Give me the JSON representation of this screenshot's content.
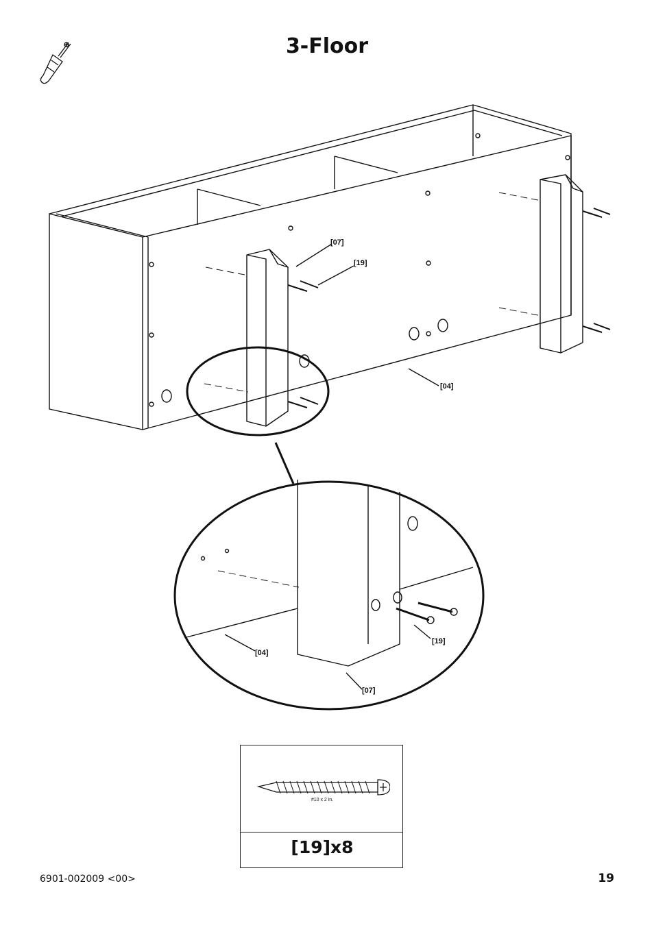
{
  "page": {
    "title": "3-Floor",
    "tool_icon": "screwdriver-icon"
  },
  "callouts": {
    "board_label": "[04]",
    "post_label": "[07]",
    "screw_label": "[19]"
  },
  "parts": {
    "screw_size": "#10 x 2 in.",
    "screw_quantity": "[19]x8"
  },
  "footer": {
    "code": "6901-002009 <00>",
    "page_number": "19"
  }
}
